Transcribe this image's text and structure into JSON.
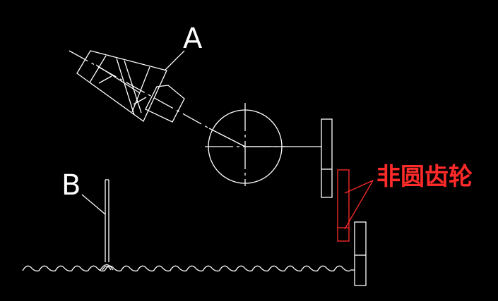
{
  "labels": {
    "a": "A",
    "b": "B",
    "gear": "非圆齿轮"
  },
  "colors": {
    "background": "#000000",
    "line": "#ffffff",
    "annotation": "#ff2a2a"
  }
}
